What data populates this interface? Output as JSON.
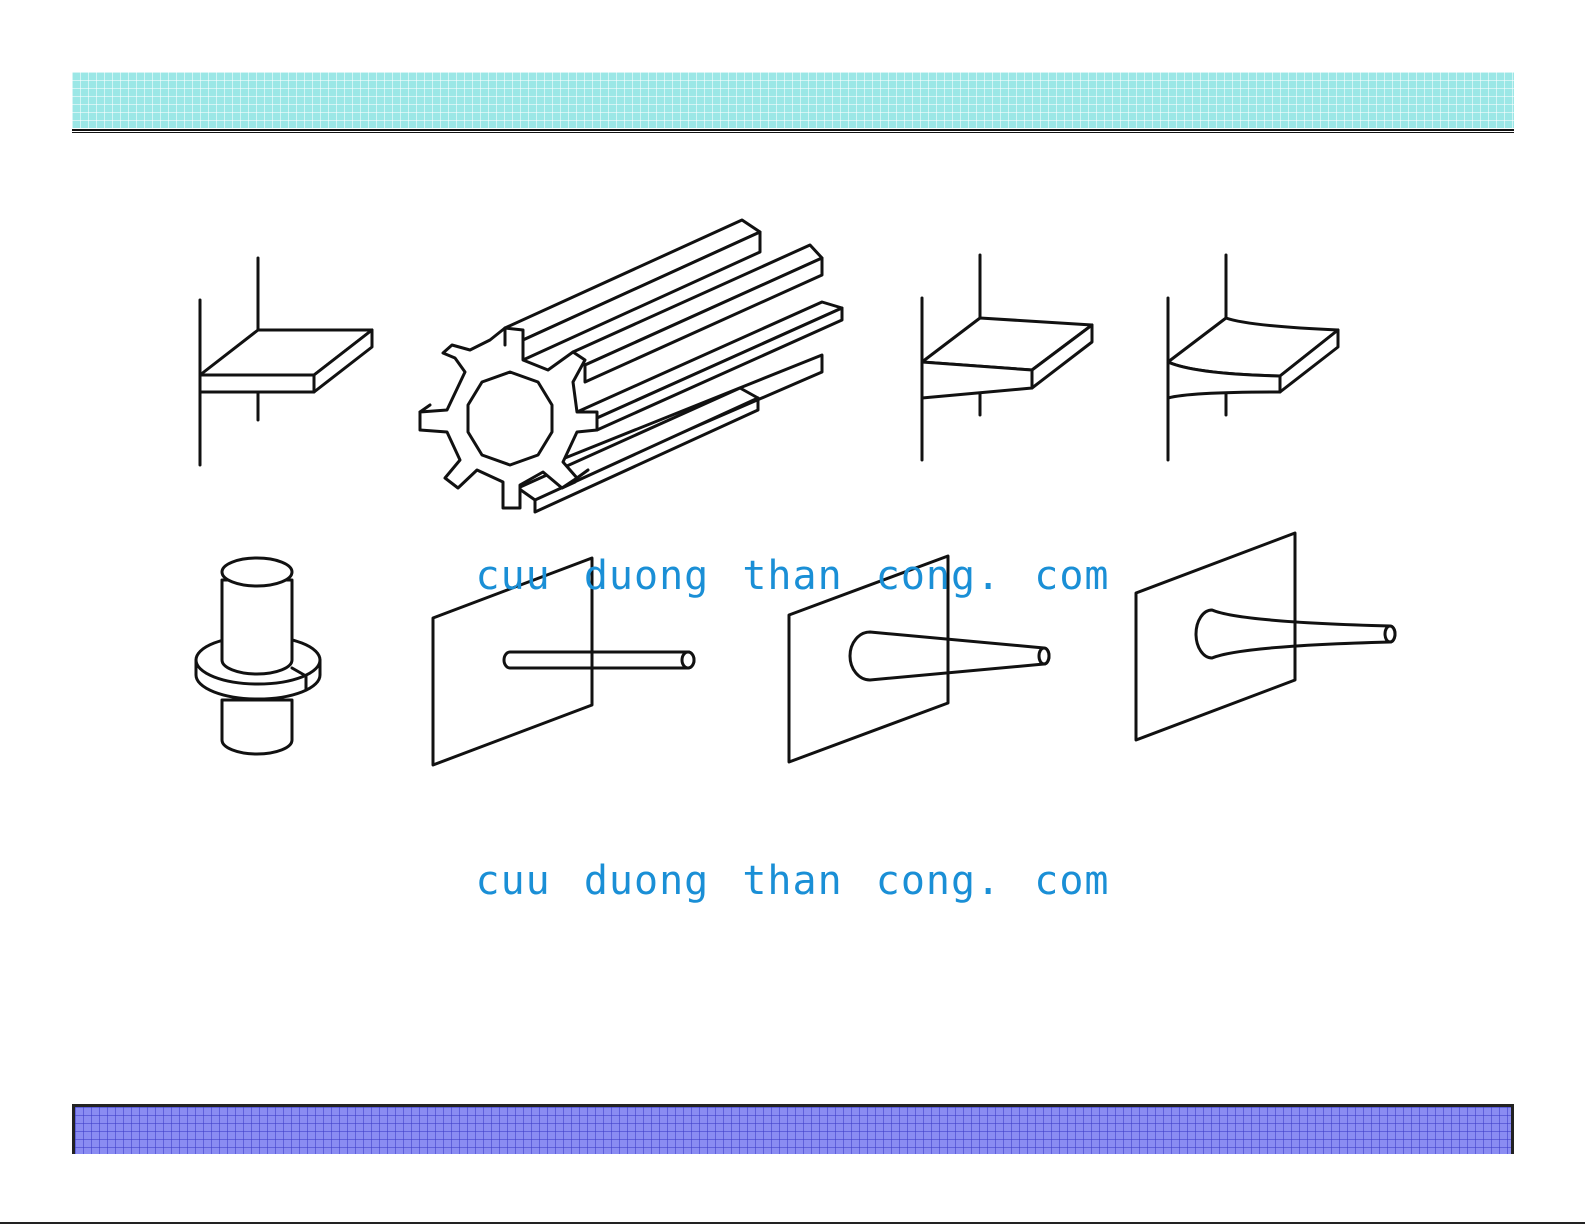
{
  "watermark": {
    "line1": "cuu duong than cong. com",
    "line2": "cuu duong than cong. com"
  },
  "colors": {
    "header": "#9be7e6",
    "footer": "#8a8cf2",
    "watermark": "#1a8fd6",
    "stroke": "#111111"
  },
  "figures": [
    {
      "name": "flat-plate-on-wall"
    },
    {
      "name": "finned-tube"
    },
    {
      "name": "tapered-plate-on-wall"
    },
    {
      "name": "curved-tapered-plate-on-wall"
    },
    {
      "name": "annular-fin-on-tube"
    },
    {
      "name": "straight-pin-fin"
    },
    {
      "name": "conical-pin-fin"
    },
    {
      "name": "concave-pin-fin"
    }
  ]
}
